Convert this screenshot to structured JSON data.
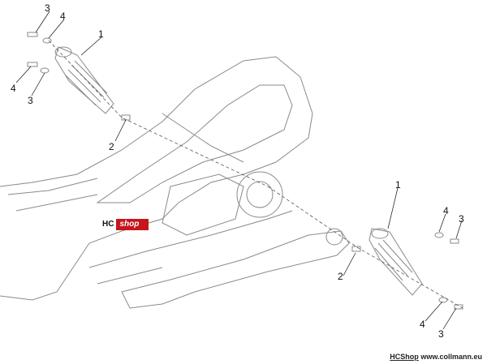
{
  "callouts": {
    "top_3": "3",
    "top_4": "4",
    "top_1": "1",
    "left_4": "4",
    "left_3": "3",
    "left_2": "2",
    "right_1": "1",
    "right_4_top": "4",
    "right_3_top": "3",
    "right_2": "2",
    "right_4_bottom": "4",
    "right_3_bottom": "3"
  },
  "badge": {
    "hc": "HC",
    "shop": "shop"
  },
  "footer": {
    "brand": "HCShop",
    "url": "www.collmann.eu"
  },
  "colors": {
    "line": "#8a8a8a",
    "badge_red": "#c4161c"
  }
}
